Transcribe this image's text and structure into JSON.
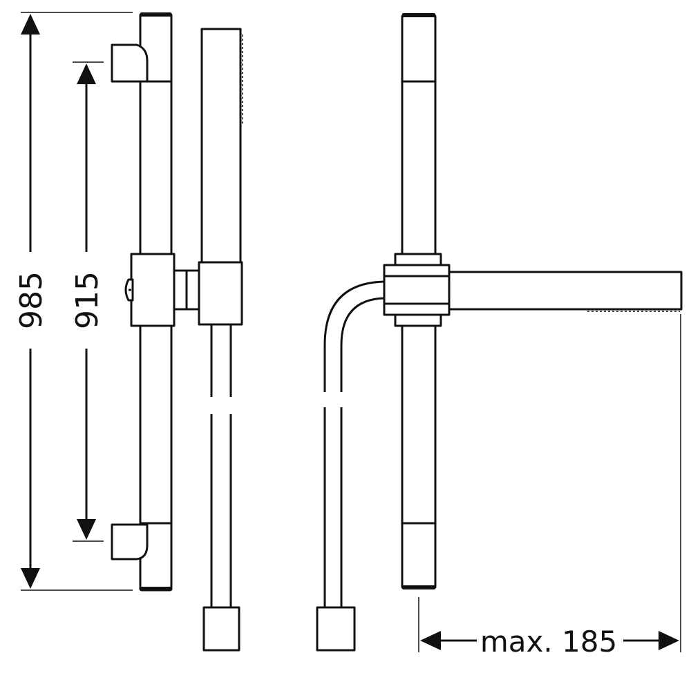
{
  "dimensions": {
    "overall_height": "985",
    "bracket_spacing": "915",
    "projection": "max. 185"
  }
}
